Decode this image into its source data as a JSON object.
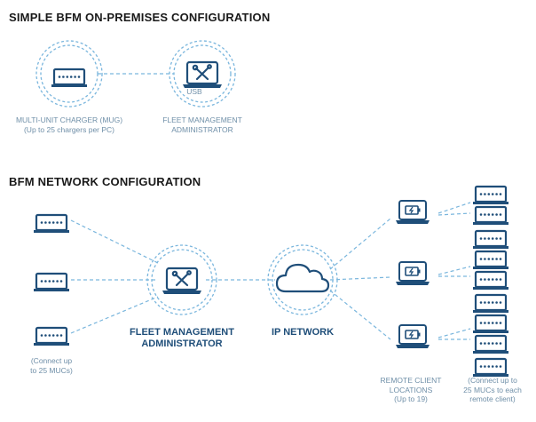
{
  "sections": {
    "simple_title": "SIMPLE BFM ON-PREMISES CONFIGURATION",
    "network_title": "BFM NETWORK CONFIGURATION"
  },
  "simple": {
    "connector_label": "USB",
    "mug_label": [
      "MULTI-UNIT CHARGER (MUG)",
      "(Up to 25 chargers per PC)"
    ],
    "fma_label": [
      "FLEET MANAGEMENT",
      "ADMINISTRATOR"
    ]
  },
  "network": {
    "left_note": [
      "(Connect up",
      "to 25 MUCs)"
    ],
    "fma_label": [
      "FLEET MANAGEMENT",
      "ADMINISTRATOR"
    ],
    "ip_label": "IP NETWORK",
    "remote_label": [
      "REMOTE CLIENT",
      "LOCATIONS",
      "(Up to 19)"
    ],
    "right_note": [
      "(Connect up to",
      "25 MUCs to each",
      "remote client)"
    ]
  },
  "icons": {
    "charger": "multi-unit-charger-icon",
    "laptop_tools": "laptop-tools-icon",
    "laptop_battery": "laptop-battery-icon",
    "cloud": "cloud-icon"
  },
  "colors": {
    "primary": "#1f4e79",
    "dashed": "#7ab6dd",
    "label": "#6f8fa8",
    "title": "#1a1a1a"
  }
}
